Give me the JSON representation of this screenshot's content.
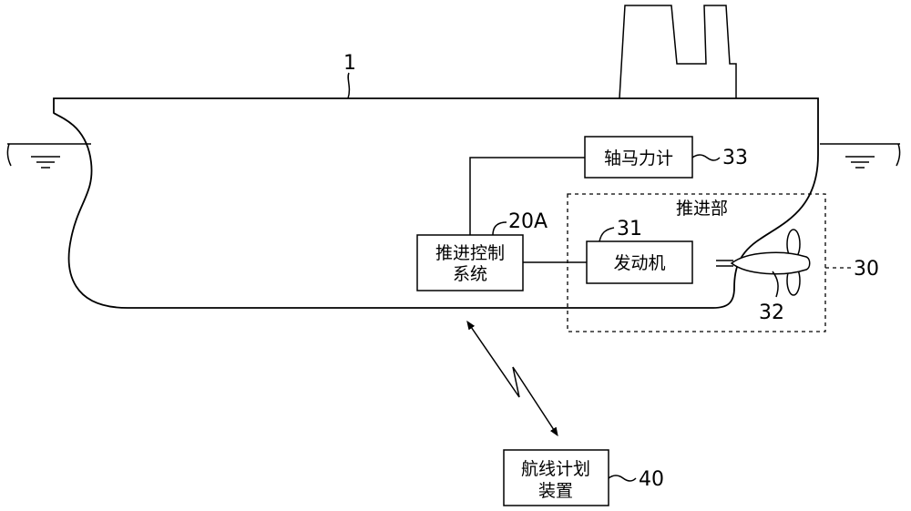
{
  "labels": {
    "ship_ref": "1",
    "shaft_power_meter": "轴马力计",
    "shaft_power_meter_ref": "33",
    "propulsion_unit": "推进部",
    "propulsion_control_line1": "推进控制",
    "propulsion_control_line2": "系统",
    "propulsion_control_ref": "20A",
    "engine": "发动机",
    "engine_ref": "31",
    "propeller_ref": "32",
    "propulsion_unit_ref": "30",
    "route_plan_line1": "航线计划",
    "route_plan_line2": "装置",
    "route_plan_ref": "40"
  },
  "colors": {
    "line": "#000000",
    "background": "#ffffff"
  }
}
